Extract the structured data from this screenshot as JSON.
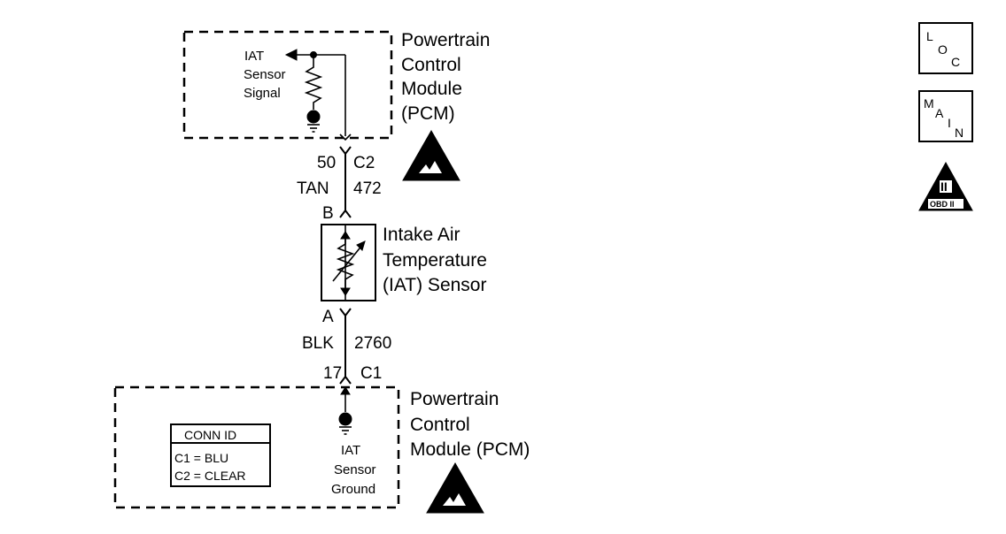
{
  "pcm_top": {
    "title_lines": [
      "Powertrain",
      "Control",
      "Module",
      "(PCM)"
    ],
    "signal_lines": [
      "IAT",
      "Sensor",
      "Signal"
    ]
  },
  "connector_c2": {
    "pin": "50",
    "id": "C2",
    "wire_color": "TAN",
    "circuit": "472",
    "sensor_pin": "B"
  },
  "sensor": {
    "name_lines": [
      "Intake Air",
      "Temperature",
      "(IAT) Sensor"
    ]
  },
  "connector_c1": {
    "sensor_pin": "A",
    "wire_color": "BLK",
    "circuit": "2760",
    "pin": "17",
    "id": "C1"
  },
  "pcm_bottom": {
    "title_lines": [
      "Powertrain",
      "Control",
      "Module (PCM)"
    ],
    "ground_lines": [
      "IAT",
      "Sensor",
      "Ground"
    ]
  },
  "conn_id_table": {
    "header": "CONN ID",
    "rows": [
      "C1 = BLU",
      "C2 = CLEAR"
    ]
  },
  "icons": {
    "loc": [
      "L",
      "O",
      "C"
    ],
    "main": [
      "M",
      "A",
      "I",
      "N"
    ],
    "obd": {
      "numeral": "II",
      "label": "OBD II"
    },
    "esd": "esd-warning-icon"
  }
}
